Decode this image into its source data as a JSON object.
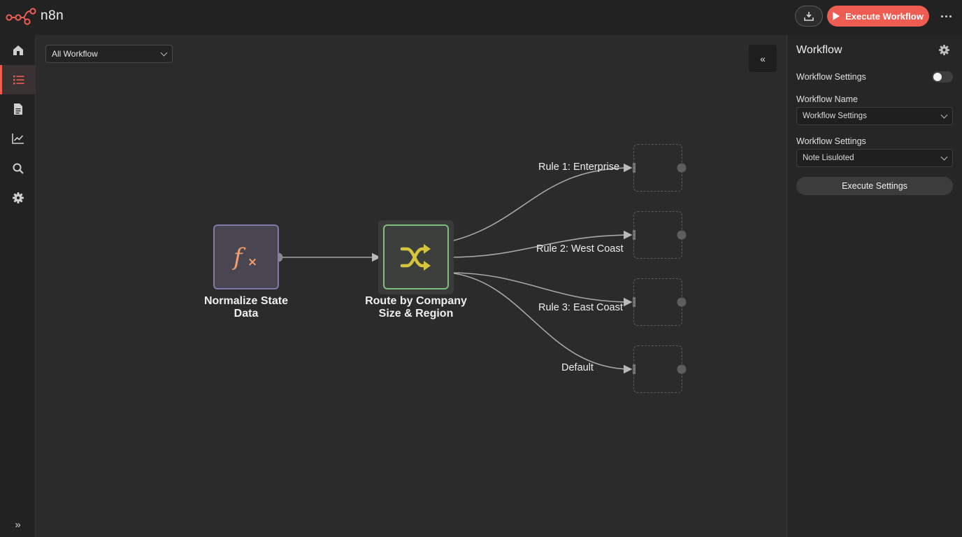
{
  "header": {
    "app_name": "n8n",
    "import_icon": "import-icon",
    "execute_label": "Execute Workflow",
    "more_icon": "more-horizontal-icon",
    "accent_color": "#ef5d52"
  },
  "sidebar": {
    "items": [
      {
        "name": "home",
        "icon": "home-icon"
      },
      {
        "name": "workflows",
        "icon": "list-icon",
        "active": true
      },
      {
        "name": "templates",
        "icon": "document-icon"
      },
      {
        "name": "executions",
        "icon": "chart-icon"
      },
      {
        "name": "search",
        "icon": "search-icon"
      },
      {
        "name": "settings",
        "icon": "gear-icon"
      }
    ],
    "collapse_glyph": "»"
  },
  "canvas": {
    "filter_select": "All Workflow",
    "collapse_glyph": "«",
    "nodes": [
      {
        "id": "fx",
        "label_line1": "Normalize State",
        "label_line2": "Data",
        "icon": "function-icon"
      },
      {
        "id": "switch",
        "label_line1": "Route by Company",
        "label_line2": "Size & Region",
        "icon": "shuffle-icon"
      }
    ],
    "outputs": [
      {
        "label": "Rule 1: Enterprise"
      },
      {
        "label": "Rule 2: West Coast"
      },
      {
        "label": "Rule 3: East Coast"
      },
      {
        "label": "Default"
      }
    ]
  },
  "panel": {
    "title": "Workflow",
    "settings_toggle_label": "Workflow Settings",
    "name_label": "Workflow Name",
    "name_select": "Workflow Settings",
    "settings_label": "Workflow Settings",
    "settings_select": "Note Lisuloted",
    "execute_button": "Execute Settings"
  }
}
